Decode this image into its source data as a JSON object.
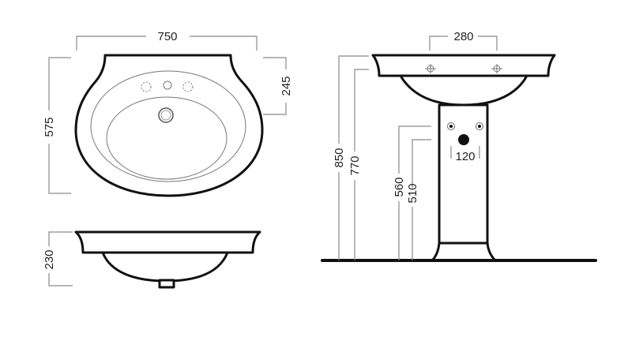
{
  "dimensions": {
    "top_width": "750",
    "top_depth": "575",
    "tap_offset": "245",
    "side_height": "230",
    "tap_spacing": "280",
    "waste_width": "120",
    "total_height": "850",
    "basin_bottom_height": "770",
    "supply_height": "560",
    "waste_height": "510"
  },
  "colors": {
    "outline": "#111111",
    "dimension": "#8a8a8a"
  }
}
